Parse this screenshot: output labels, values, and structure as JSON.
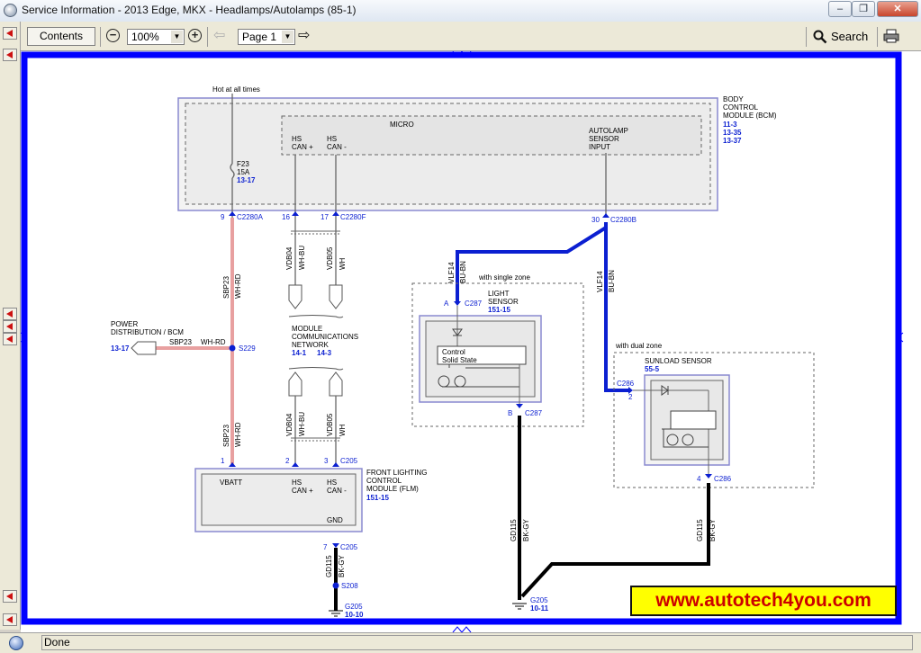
{
  "window": {
    "title": "Service Information - 2013 Edge, MKX - Headlamps/Autolamps (85-1)",
    "minimize_label": "‒",
    "maximize_label": "❐",
    "close_label": "✕"
  },
  "toolbar": {
    "contents_label": "Contents",
    "zoom_out_label": "−",
    "zoom_value": "100%",
    "zoom_in_label": "+",
    "back_label": "⇦",
    "page_value": "Page 1",
    "forward_label": "⇨",
    "search_label": "Search",
    "combo_arrow": "▼"
  },
  "diagram": {
    "bcm": {
      "name": "BODY\nCONTROL\nMODULE (BCM)",
      "refs": [
        "11-3",
        "13-35",
        "13-37"
      ],
      "micro": "MICRO",
      "hot": "Hot at all times"
    },
    "fuse": {
      "id": "F23",
      "rating": "15A",
      "ref": "13-17"
    },
    "hs_can_plus": "HS\nCAN +",
    "hs_can_minus": "HS\nCAN -",
    "autolamp": "AUTOLAMP\nSENSOR\nINPUT",
    "pins": {
      "p9": "9",
      "c2280a": "C2280A",
      "p16": "16",
      "p17": "17",
      "c2280f": "C2280F",
      "p30": "30",
      "c2280b": "C2280B",
      "p1": "1",
      "p2": "2",
      "p3": "3",
      "c205": "C205",
      "p7": "7",
      "c205b": "C205",
      "pa": "A",
      "c287a": "C287",
      "pb": "B",
      "c287b": "C287",
      "p2b": "2",
      "c286a": "C286",
      "p4": "4",
      "c286b": "C286"
    },
    "wires": {
      "sbp23": "SBP23",
      "whrd": "WH-RD",
      "vdb04": "VDB04",
      "whbu": "WH-BU",
      "vdb05": "VDB05",
      "wh": "WH",
      "vlf14": "VLF14",
      "bubn": "BU-BN",
      "gd115": "GD115",
      "bkgy": "BK-GY"
    },
    "power": {
      "name": "POWER\nDISTRIBUTION / BCM",
      "ref": "13-17",
      "sbp23": "SBP23",
      "whrd": "WH-RD",
      "s229": "S229"
    },
    "network": {
      "name": "MODULE\nCOMMUNICATIONS\nNETWORK",
      "ref1": "14-1",
      "ref2": "14-3"
    },
    "flm": {
      "name": "FRONT LIGHTING\nCONTROL\nMODULE (FLM)",
      "ref": "151-15",
      "vbatt": "VBATT",
      "gnd": "GND"
    },
    "light": {
      "zone": "with single zone",
      "name": "LIGHT\nSENSOR",
      "ref": "151-15",
      "control": "Control\nSolid State"
    },
    "sunload": {
      "zone": "with dual zone",
      "name": "SUNLOAD SENSOR",
      "ref": "55-5"
    },
    "ground": {
      "s208": "S208",
      "g205": "G205",
      "g205ref": "10-10",
      "g205b": "G205",
      "g205bref": "10-11"
    }
  },
  "watermark": "www.autotech4you.com",
  "status": {
    "text": "Done"
  },
  "colors": {
    "frame": "#0000ff",
    "wire_blue": "#0b1fd1",
    "wire_red": "#d04040",
    "ground": "#000000",
    "watermark_bg": "#ffff00",
    "watermark_text": "#cc0000"
  }
}
